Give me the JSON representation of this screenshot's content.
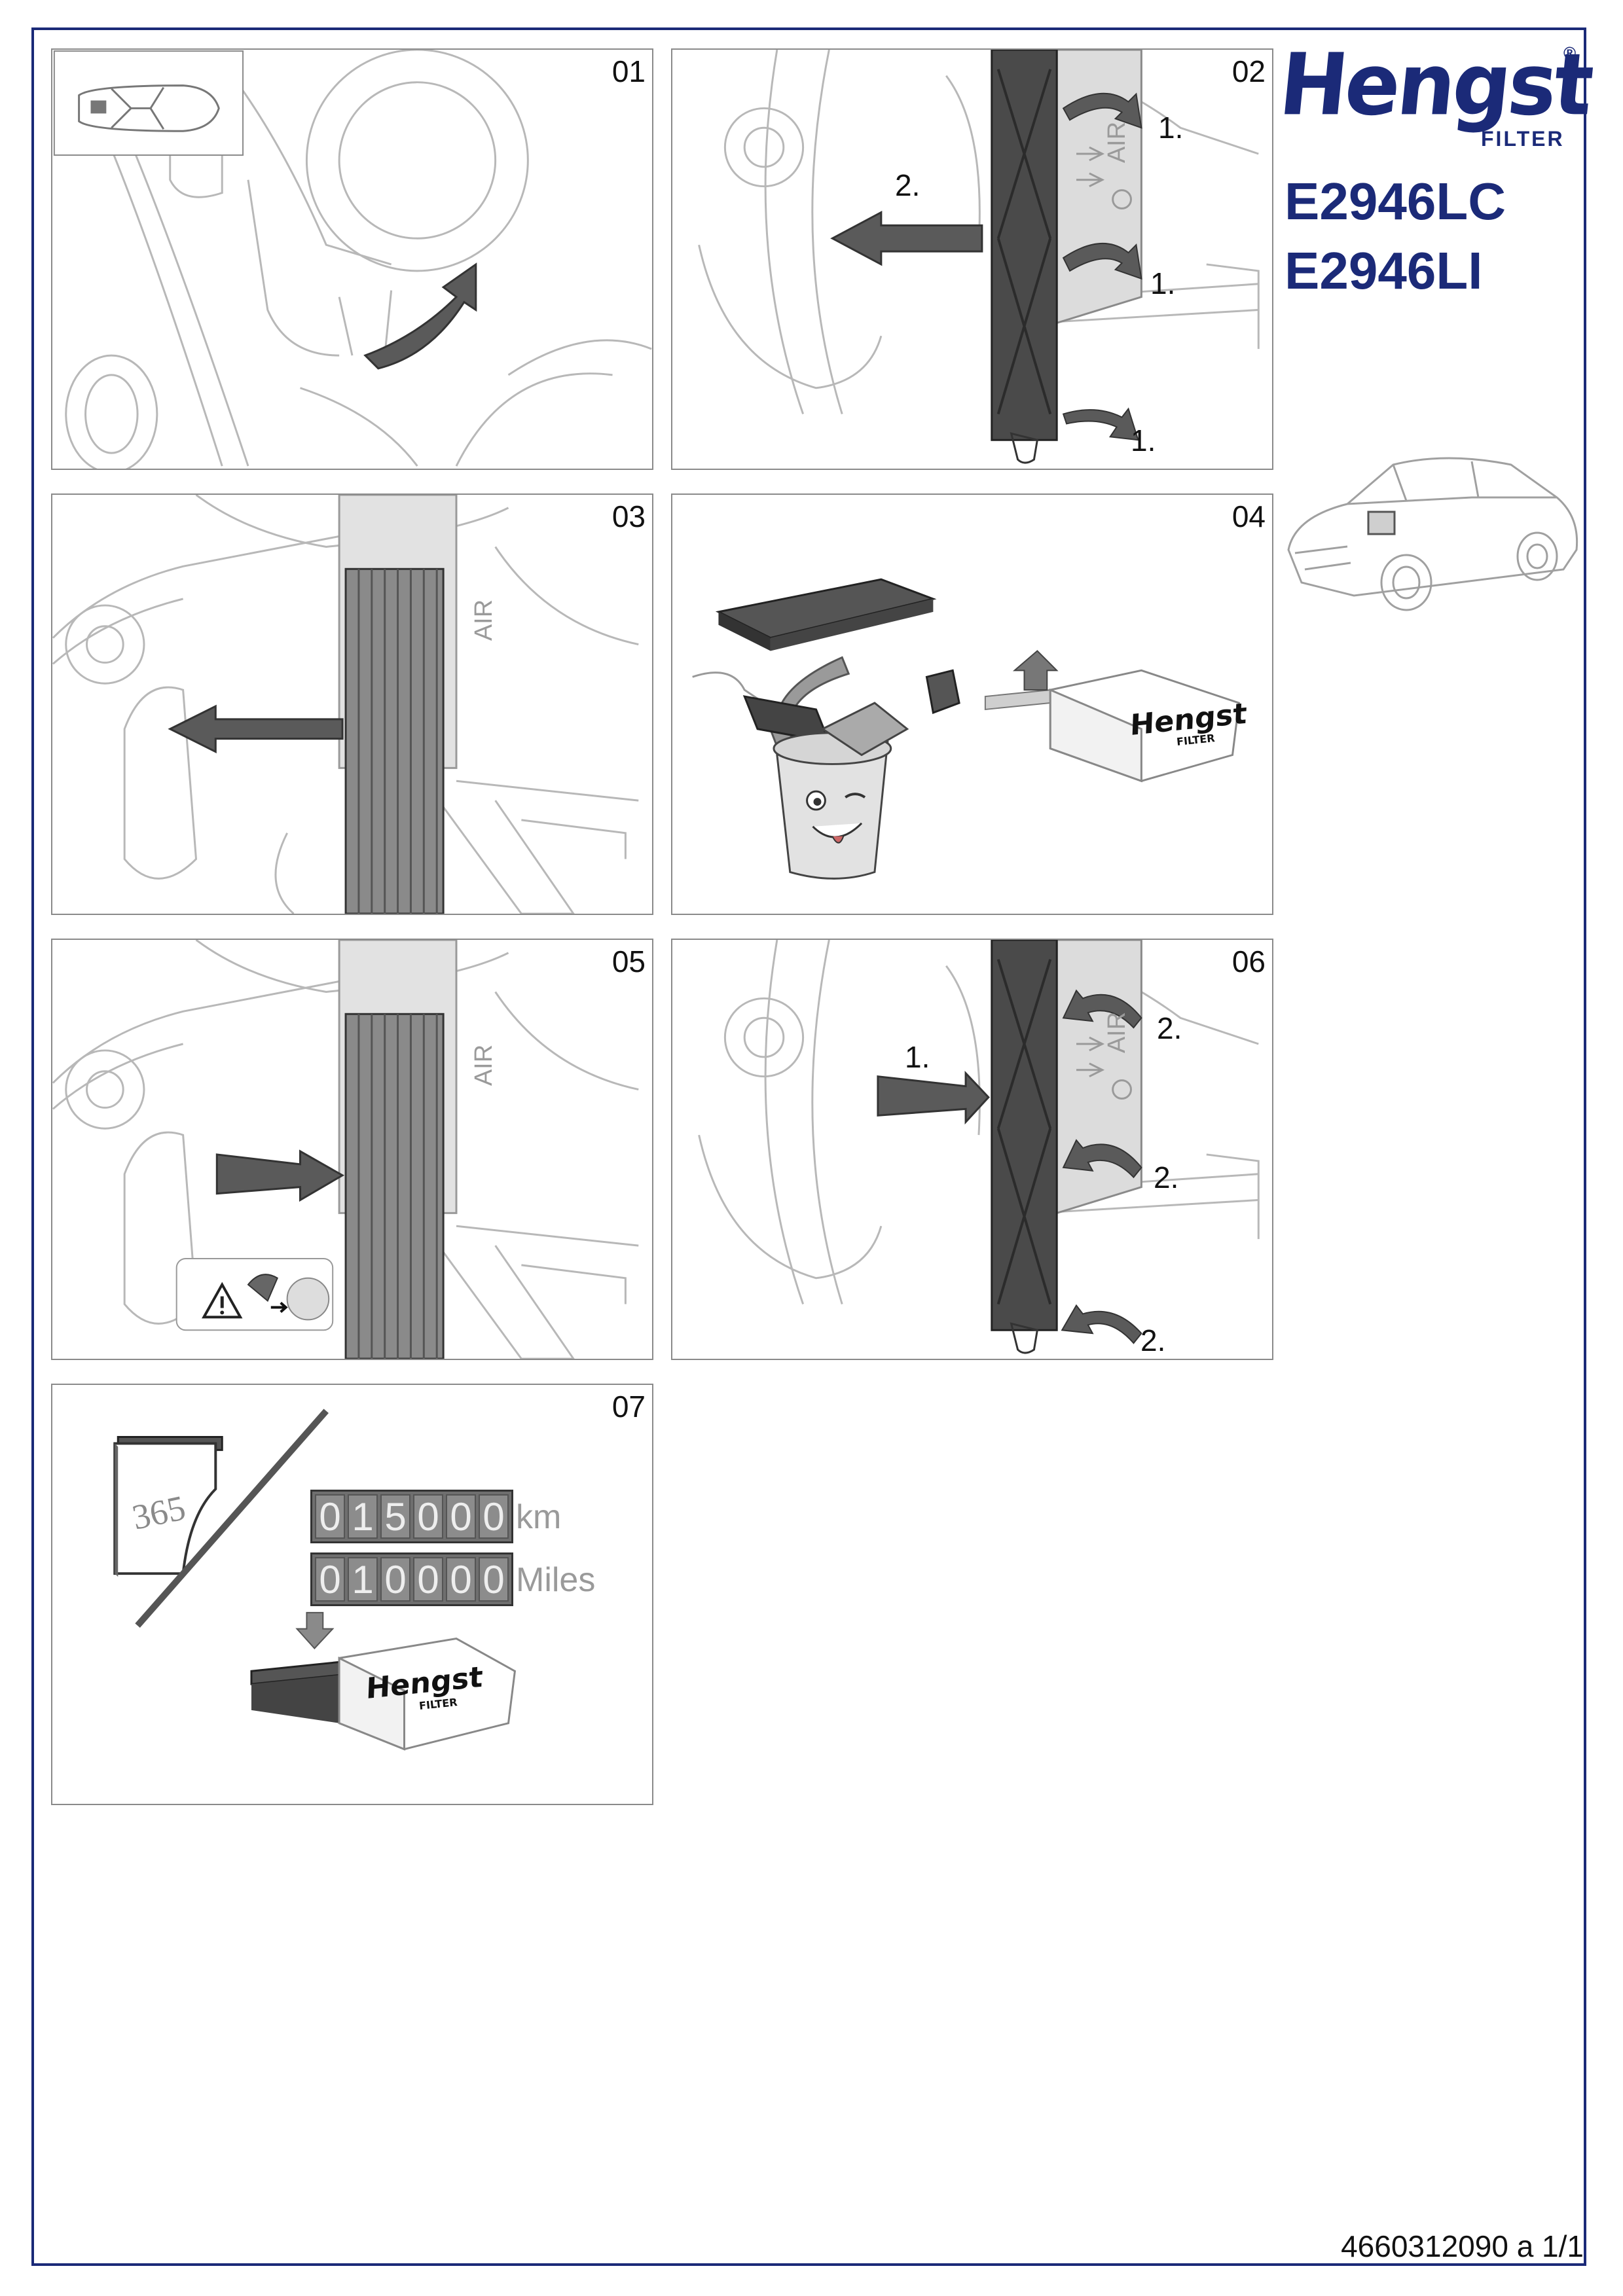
{
  "brand": {
    "logo_text": "Hengst",
    "registered": "®",
    "subtitle": "FILTER"
  },
  "part_codes": [
    "E2946LC",
    "E2946LI"
  ],
  "panels": [
    {
      "number": "01"
    },
    {
      "number": "02",
      "labels": [
        "1.",
        "2.",
        "1.",
        "1."
      ]
    },
    {
      "number": "03"
    },
    {
      "number": "04"
    },
    {
      "number": "05"
    },
    {
      "number": "06",
      "labels": [
        "1.",
        "2.",
        "2.",
        "2."
      ]
    },
    {
      "number": "07"
    }
  ],
  "direction_stamp": "AIR",
  "service_interval": {
    "days": "365",
    "km_digits": [
      "0",
      "1",
      "5",
      "0",
      "0",
      "0"
    ],
    "km_unit": "km",
    "miles_digits": [
      "0",
      "1",
      "0",
      "0",
      "0",
      "0"
    ],
    "miles_unit": "Miles"
  },
  "box_brand": {
    "logo_text": "Hengst",
    "subtitle": "FILTER"
  },
  "footer": {
    "document_code": "4660312090 a 1/1"
  },
  "colors": {
    "brand_blue": "#1b2a78",
    "line_gray": "#8a8a8a",
    "filter_dark": "#4a4a4a"
  },
  "icons": [
    "car-top-view-icon",
    "curved-arrow-icon",
    "warning-triangle-icon",
    "trash-bin-mascot-icon",
    "calendar-icon",
    "car-perspective-icon"
  ]
}
